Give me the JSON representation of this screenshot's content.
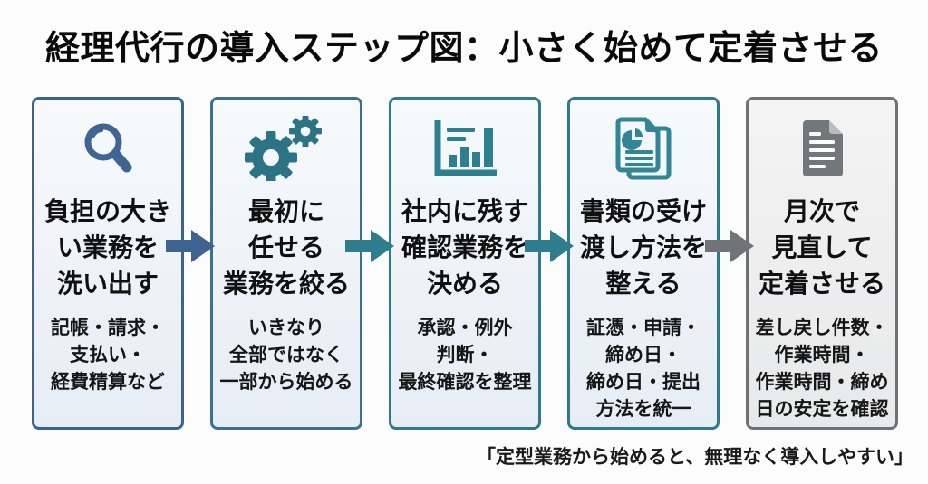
{
  "title": "経理代行の導入ステップ図：小さく始めて定着させる",
  "caption": "「定型業務から始めると、無理なく導入しやすい」",
  "steps": [
    {
      "icon": "magnifier-icon",
      "heading": "負担の大き\nい業務を\n洗い出す",
      "detail": "記帳・請求・\n支払い・\n経費精算など",
      "colors": {
        "border": "#3c6290",
        "accent": "#3e6593"
      }
    },
    {
      "icon": "gears-icon",
      "heading": "最初に\n任せる\n業務を絞る",
      "detail": "いきなり\n全部ではなく\n一部から始める",
      "colors": {
        "border": "#3c708f",
        "accent": "#2d7386"
      }
    },
    {
      "icon": "bar-chart-icon",
      "heading": "社内に残す\n確認業務を\n決める",
      "detail": "承認・例外\n判断・\n最終確認を整理",
      "colors": {
        "border": "#2d7a8a",
        "accent": "#2e7f8f"
      }
    },
    {
      "icon": "documents-pie-icon",
      "heading": "書類の受け\n渡し方法を\n整える",
      "detail": "証憑・申請・\n締め日・\n締め日・提出\n方法を統一",
      "colors": {
        "border": "#2d7a8a",
        "accent": "#318595"
      }
    },
    {
      "icon": "document-icon",
      "heading": "月次で\n見直して\n定着させる",
      "detail": "差し戻し件数・\n作業時間・\n作業時間・締め\n日の安定を確認",
      "colors": {
        "border": "#6e7276",
        "accent": "#72777b"
      }
    }
  ],
  "arrows": [
    {
      "color": "#3e6390"
    },
    {
      "color": "#2e7d8d"
    },
    {
      "color": "#2e7d8d"
    },
    {
      "color": "#6f7478"
    }
  ]
}
